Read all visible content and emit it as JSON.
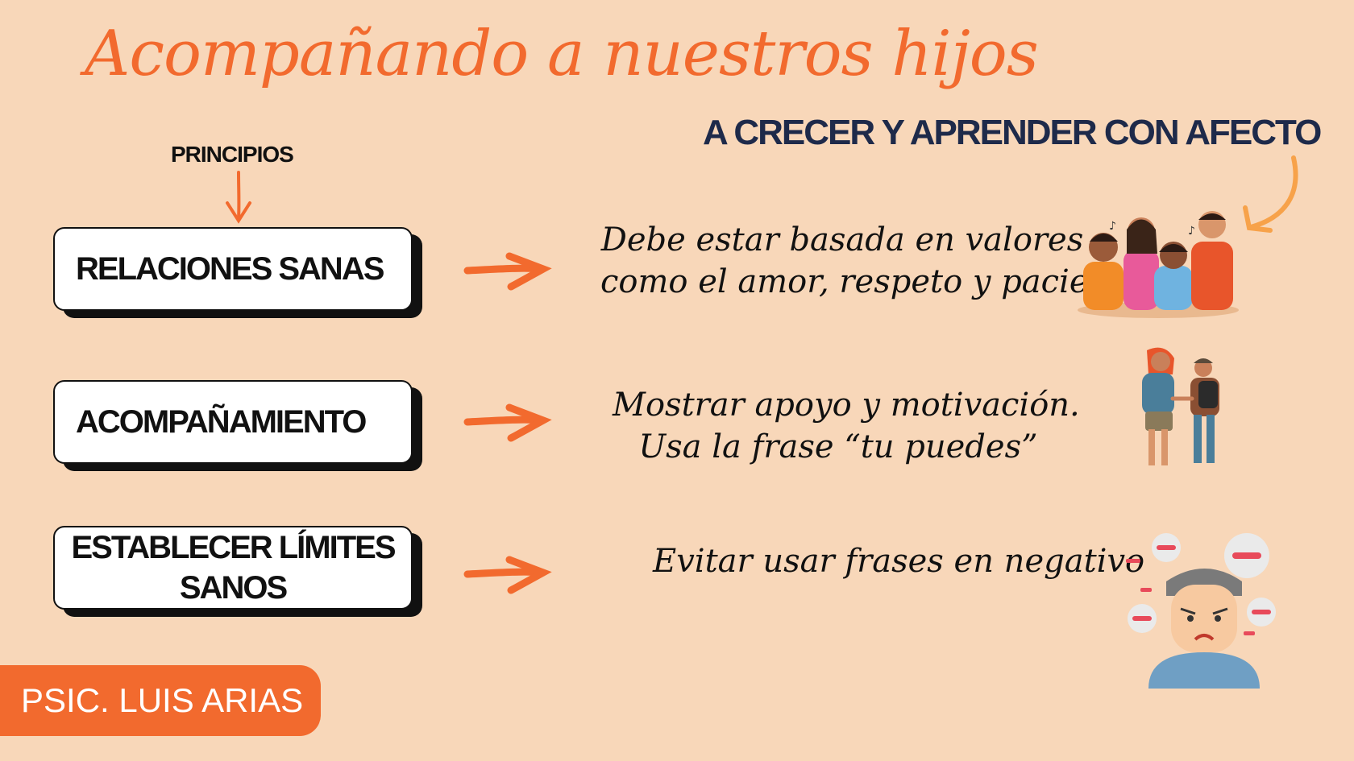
{
  "title": "Acompañando a nuestros hijos",
  "subtitle": "A CRECER Y APRENDER CON AFECTO",
  "principles_label": "PRINCIPIOS",
  "principles": [
    {
      "label": "RELACIONES SANAS",
      "description_line1": "Debe estar basada en valores",
      "description_line2": "como el amor, respeto y paciencia."
    },
    {
      "label": "ACOMPAÑAMIENTO",
      "description_line1": "Mostrar apoyo y motivación.",
      "description_line2": "Usa la frase “tu puedes”"
    },
    {
      "label_line1": "ESTABLECER LÍMITES",
      "label_line2": "SANOS",
      "description_line1": "Evitar usar frases en negativo"
    }
  ],
  "footer": "PSIC. LUIS ARIAS",
  "colors": {
    "background": "#f8d7b9",
    "accent_orange": "#f26a2e",
    "navy": "#1e2a4a",
    "box_fill": "#ffffff",
    "text_dark": "#111111"
  },
  "icons": {
    "principios_arrow": "arrow-down-icon",
    "subtitle_arrow": "curved-arrow-icon",
    "row_arrows": "arrow-right-icon",
    "illustration_1": "family-singing-illustration",
    "illustration_2": "walking-couple-illustration",
    "illustration_3": "frustrated-person-illustration"
  }
}
